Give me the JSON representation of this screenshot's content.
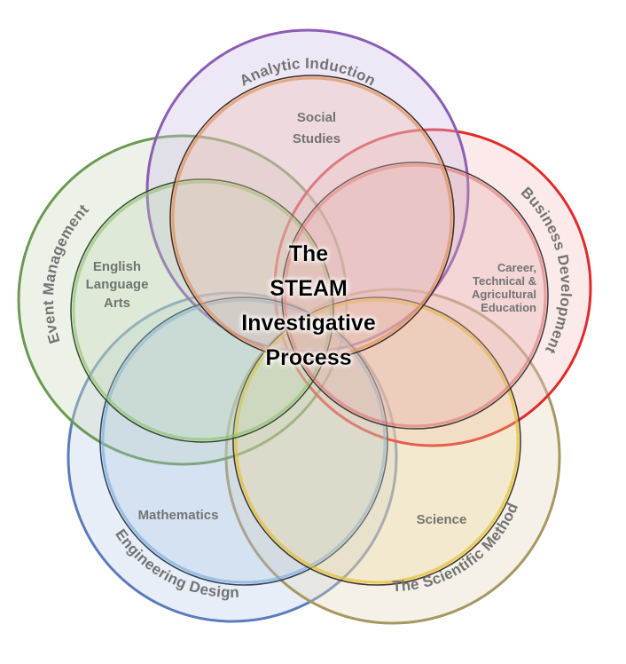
{
  "title": {
    "lines": [
      "The",
      "STEAM",
      "Investigative",
      "Process"
    ]
  },
  "processes": {
    "analytic_induction": "Analytic Induction",
    "business_development": "Business Development",
    "event_management": "Event Management",
    "engineering_design": "Engineering Design",
    "scientific_method": "The Scientific Method"
  },
  "disciplines": {
    "social_studies": [
      "Social",
      "Studies"
    ],
    "english": [
      "English",
      "Language",
      "Arts"
    ],
    "cte": [
      "Career,",
      "Technical &",
      "Agricultural",
      "Education"
    ],
    "mathematics": "Mathematics",
    "science": "Science"
  },
  "colors": {
    "purple": "#8c5db5",
    "orange": "#e0915c",
    "red": "#e22a2a",
    "green": "#6b9a52",
    "blue": "#5a7cbc",
    "yellow": "#e6bf2e",
    "gold": "#a69763"
  }
}
